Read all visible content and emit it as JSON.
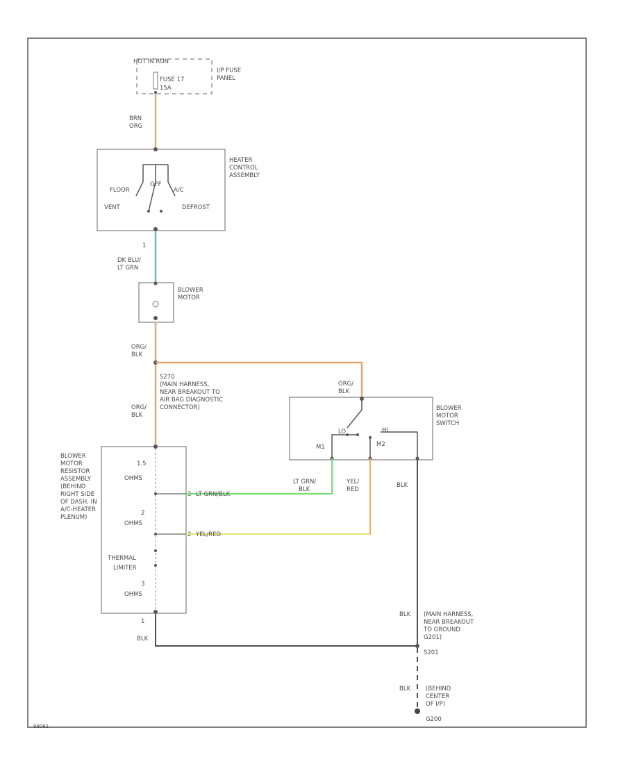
{
  "fuse_panel": {
    "hot_label": "HOT IN RUN",
    "fuse_label": "FUSE 17",
    "fuse_rating": "15A",
    "panel_label": [
      "I/P FUSE",
      "PANEL"
    ]
  },
  "wire_fuse_heater": [
    "BRN",
    "ORG"
  ],
  "heater_control": {
    "label": [
      "HEATER",
      "CONTROL",
      "ASSEMBLY"
    ],
    "pos_floor": "FLOOR",
    "pos_off": "OFF",
    "pos_a_c": "A/C",
    "pos_vent": "VENT",
    "pos_defrost": "DEFROST"
  },
  "wire_heater_motor": {
    "pin": "1",
    "color": [
      "DK BLU/",
      "LT GRN"
    ]
  },
  "blower_motor": {
    "label": [
      "BLOWER",
      "MOTOR"
    ]
  },
  "wire_motor_out": [
    "ORG/",
    "BLK"
  ],
  "splice_note": [
    "S270",
    "(MAIN HARNESS,",
    "NEAR BREAKOUT TO",
    "AIR BAG DIAGNOSTIC",
    "CONNECTOR)"
  ],
  "wire_to_resistor": [
    "ORG/",
    "BLK"
  ],
  "switch": {
    "wire_label": [
      "ORG/",
      "BLK"
    ],
    "label": [
      "BLOWER",
      "MOTOR",
      "SWITCH"
    ],
    "m1": "M1",
    "m2": "M2",
    "hi": "HI",
    "lo": "LO"
  },
  "resistor": {
    "label": [
      "BLOWER",
      "MOTOR",
      "RESISTOR",
      "ASSEMBLY",
      "(BEHIND",
      "RIGHT SIDE",
      "OF DASH, IN",
      "A/C-HEATER",
      "PLENUM)"
    ],
    "step_1": [
      "1.5",
      "OHMS"
    ],
    "step_2": [
      "2",
      "OHMS"
    ],
    "thermal": [
      "THERMAL",
      "LIMITER"
    ],
    "step_3": [
      "3",
      "OHMS"
    ],
    "pin_3": "3",
    "pin_2": "2",
    "pin_1": "1"
  },
  "wire_m1": {
    "resistor_side": "LT GRN/BLK",
    "switch_side": [
      "LT GRN/",
      "BLK"
    ]
  },
  "wire_m2": {
    "resistor_side": "YEL/RED",
    "switch_side": [
      "YEL/",
      "RED"
    ]
  },
  "wire_switch_ground": "BLK",
  "wire_resistor_ground": "BLK",
  "ground_splice": {
    "wire": "BLK",
    "label": [
      "(MAIN HARNESS,",
      "NEAR BREAKOUT",
      "TO GROUND",
      "G201)",
      "S201"
    ]
  },
  "ground_point": {
    "wire": "BLK",
    "label": [
      "(BEHIND",
      "CENTER",
      "OF I/P)",
      "G200"
    ]
  },
  "footer_code": "98061",
  "colors": {
    "frame": "#555555",
    "wire_orange": "#e8a66a",
    "wire_dkblu_ltgrn": "#55c0d0",
    "wire_ltgrn": "#6ee06e",
    "wire_yellow": "#e6e070",
    "wire_black": "#505050"
  }
}
